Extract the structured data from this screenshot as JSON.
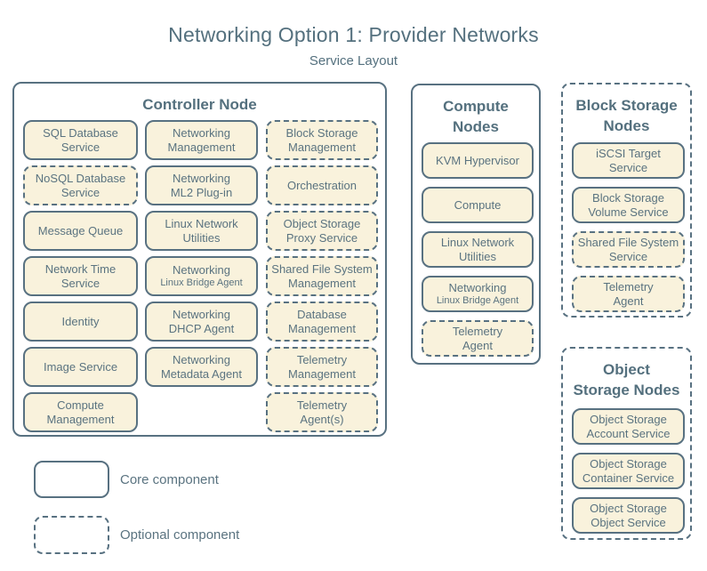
{
  "title": "Networking Option 1: Provider Networks",
  "subtitle": "Service Layout",
  "colors": {
    "background": "#ffffff",
    "box_fill": "#f9f2dc",
    "border": "#587181",
    "text": "#5a7380",
    "heading_text": "#54707e"
  },
  "groups": {
    "controller": {
      "heading_lines": [
        "Controller Node"
      ],
      "columns": [
        [
          {
            "lines": [
              "SQL Database",
              "Service"
            ],
            "border": "solid"
          },
          {
            "lines": [
              "NoSQL Database",
              "Service"
            ],
            "border": "dashed"
          },
          {
            "lines": [
              "Message Queue"
            ],
            "border": "solid"
          },
          {
            "lines": [
              "Network Time",
              "Service"
            ],
            "border": "solid"
          },
          {
            "lines": [
              "Identity"
            ],
            "border": "solid"
          },
          {
            "lines": [
              "Image Service"
            ],
            "border": "solid"
          },
          {
            "lines": [
              "Compute",
              "Management"
            ],
            "border": "solid"
          }
        ],
        [
          {
            "lines": [
              "Networking",
              "Management"
            ],
            "border": "solid"
          },
          {
            "lines": [
              "Networking",
              "ML2 Plug-in"
            ],
            "border": "solid"
          },
          {
            "lines": [
              "Linux Network",
              "Utilities"
            ],
            "border": "solid"
          },
          {
            "lines": [
              "Networking"
            ],
            "small": "Linux Bridge Agent",
            "border": "solid"
          },
          {
            "lines": [
              "Networking",
              "DHCP Agent"
            ],
            "border": "solid"
          },
          {
            "lines": [
              "Networking",
              "Metadata Agent"
            ],
            "border": "solid"
          }
        ],
        [
          {
            "lines": [
              "Block Storage",
              "Management"
            ],
            "border": "dashed"
          },
          {
            "lines": [
              "Orchestration"
            ],
            "border": "dashed"
          },
          {
            "lines": [
              "Object Storage",
              "Proxy Service"
            ],
            "border": "dashed"
          },
          {
            "lines": [
              "Shared File System",
              "Management"
            ],
            "border": "dashed"
          },
          {
            "lines": [
              "Database",
              "Management"
            ],
            "border": "dashed"
          },
          {
            "lines": [
              "Telemetry",
              "Management"
            ],
            "border": "dashed"
          },
          {
            "lines": [
              "Telemetry",
              "Agent(s)"
            ],
            "border": "dashed"
          }
        ]
      ]
    },
    "compute": {
      "heading_lines": [
        "Compute",
        "Nodes"
      ],
      "items": [
        {
          "lines": [
            "KVM Hypervisor"
          ],
          "border": "solid"
        },
        {
          "lines": [
            "Compute"
          ],
          "border": "solid"
        },
        {
          "lines": [
            "Linux Network",
            "Utilities"
          ],
          "border": "solid"
        },
        {
          "lines": [
            "Networking"
          ],
          "small": "Linux Bridge Agent",
          "border": "solid"
        },
        {
          "lines": [
            "Telemetry",
            "Agent"
          ],
          "border": "dashed"
        }
      ]
    },
    "block_storage": {
      "heading_lines": [
        "Block Storage",
        "Nodes"
      ],
      "items": [
        {
          "lines": [
            "iSCSI Target",
            "Service"
          ],
          "border": "solid"
        },
        {
          "lines": [
            "Block Storage",
            "Volume Service"
          ],
          "border": "solid"
        },
        {
          "lines": [
            "Shared File System",
            "Service"
          ],
          "border": "dashed"
        },
        {
          "lines": [
            "Telemetry",
            "Agent"
          ],
          "border": "dashed"
        }
      ]
    },
    "object_storage": {
      "heading_lines": [
        "Object",
        "Storage Nodes"
      ],
      "items": [
        {
          "lines": [
            "Object Storage",
            "Account Service"
          ],
          "border": "solid"
        },
        {
          "lines": [
            "Object Storage",
            "Container Service"
          ],
          "border": "solid"
        },
        {
          "lines": [
            "Object Storage",
            "Object Service"
          ],
          "border": "solid"
        }
      ]
    }
  },
  "legend": {
    "core": {
      "label": "Core component",
      "style": "solid"
    },
    "optional": {
      "label": "Optional component",
      "style": "dashed"
    }
  }
}
